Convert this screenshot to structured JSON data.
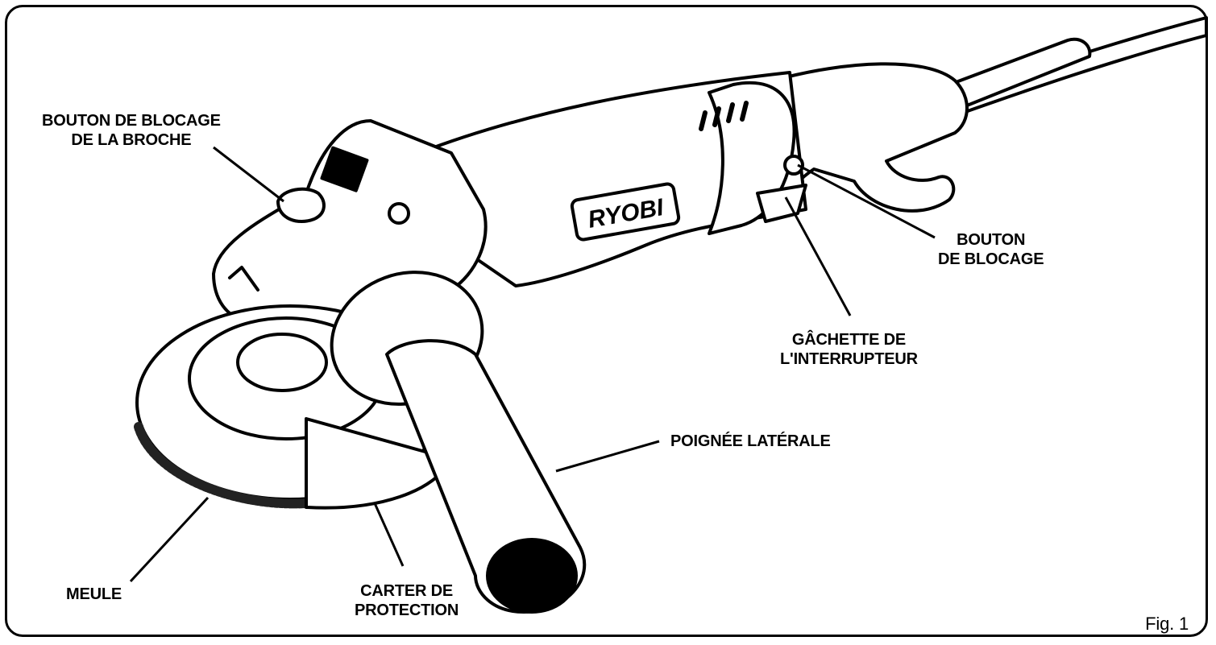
{
  "brand": "RYOBI",
  "figure_label": "Fig. 1",
  "labels": {
    "spindle_lock": {
      "line1": "BOUTON DE BLOCAGE",
      "line2": "DE LA BROCHE"
    },
    "lock_button": {
      "line1": "BOUTON",
      "line2": "DE BLOCAGE"
    },
    "switch_trigger": {
      "line1": "GÂCHETTE DE",
      "line2": "L'INTERRUPTEUR"
    },
    "side_handle": {
      "line1": "POIGNÉE LATÉRALE"
    },
    "wheel": {
      "line1": "MEULE"
    },
    "guard": {
      "line1": "CARTER DE",
      "line2": "PROTECTION"
    }
  },
  "colors": {
    "ink": "#000000",
    "paper": "#ffffff"
  }
}
